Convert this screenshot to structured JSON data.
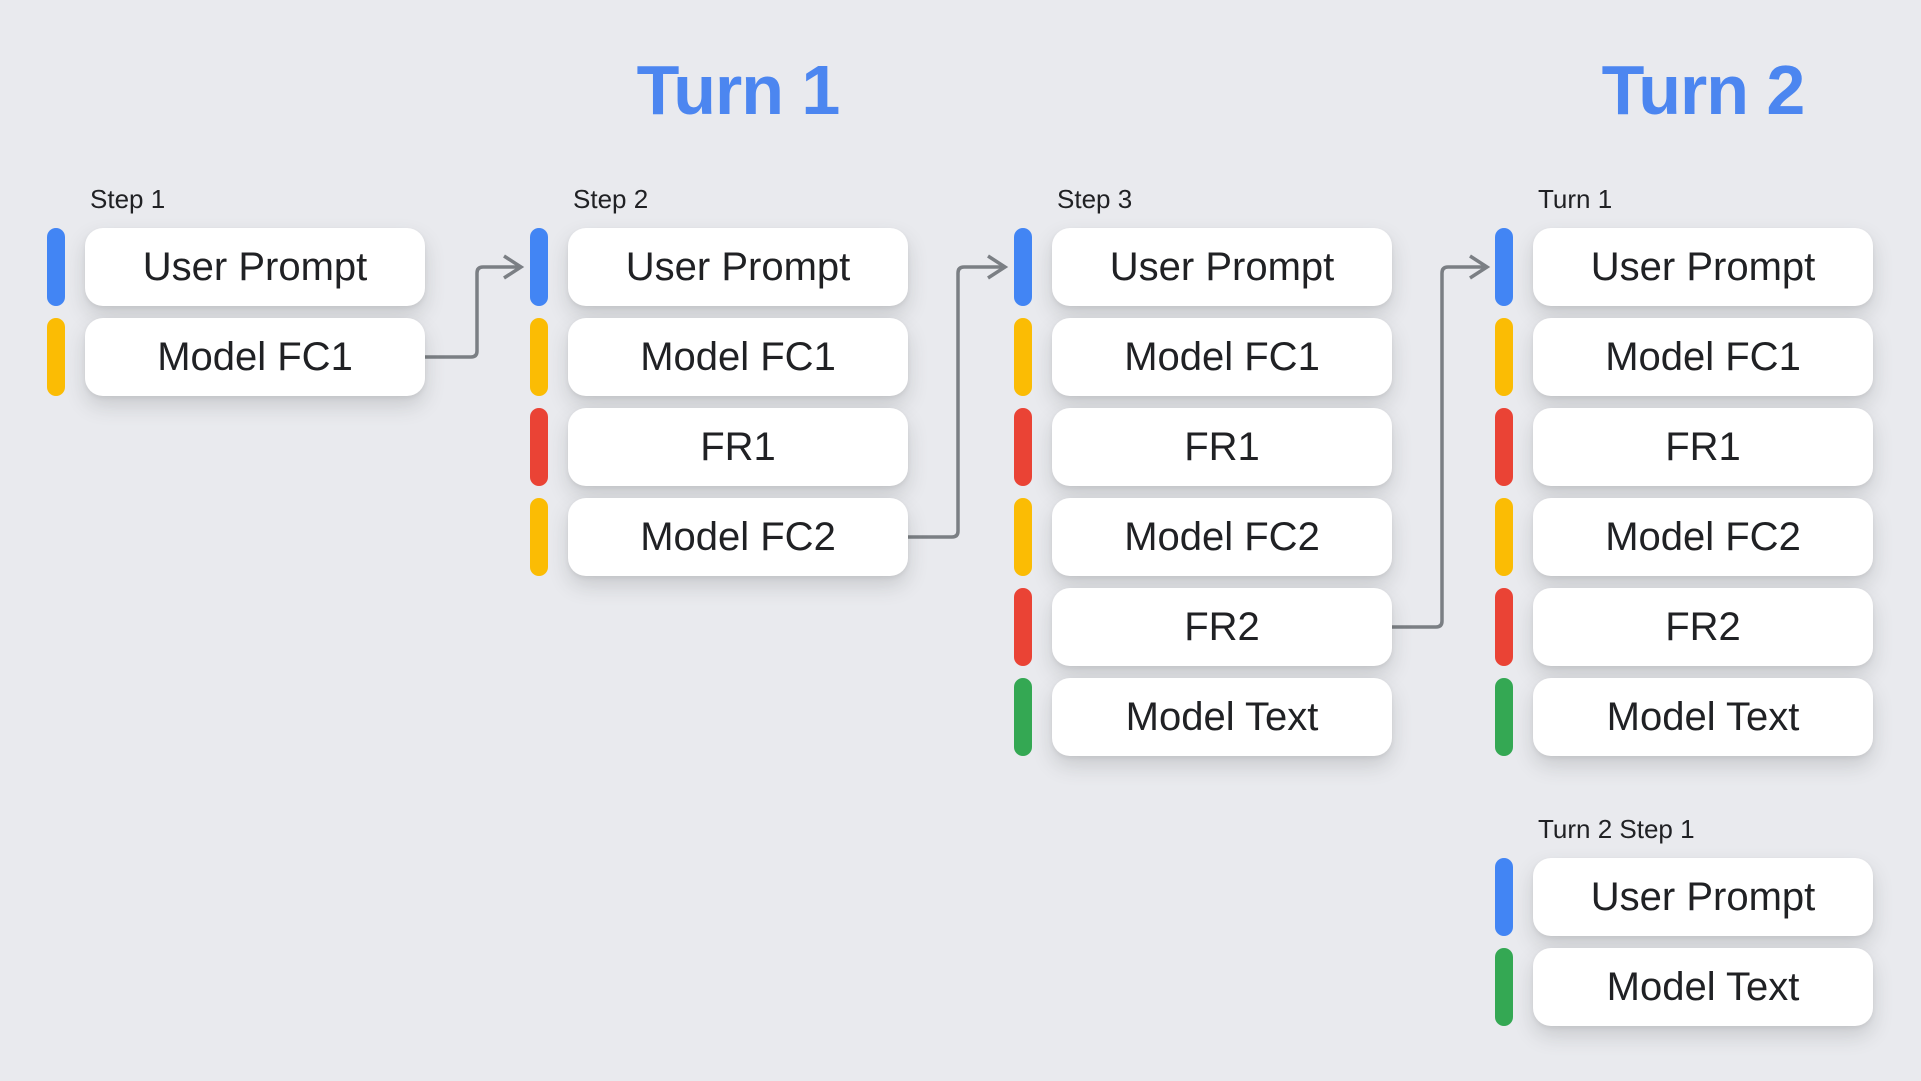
{
  "headers": [
    {
      "label": "Turn 1",
      "color": "#4C86F0"
    },
    {
      "label": "Turn 2",
      "color": "#4C86F0"
    }
  ],
  "colors": {
    "background": "#E9EAEE",
    "card": "#FFFFFF",
    "text": "#202124",
    "label_text": "#202124",
    "arrow": "#7B7F84",
    "user_prompt_blue": "#4285F4",
    "model_fc_yellow": "#FBBC04",
    "function_response_red": "#EA4335",
    "model_text_green": "#34A853"
  },
  "groups": [
    {
      "label": "Step 1",
      "rows": [
        {
          "label": "User Prompt",
          "kind": "user-prompt",
          "color": "#4285F4"
        },
        {
          "label": "Model FC1",
          "kind": "model-function-call",
          "color": "#FBBC04"
        }
      ]
    },
    {
      "label": "Step 2",
      "rows": [
        {
          "label": "User Prompt",
          "kind": "user-prompt",
          "color": "#4285F4"
        },
        {
          "label": "Model FC1",
          "kind": "model-function-call",
          "color": "#FBBC04"
        },
        {
          "label": "FR1",
          "kind": "function-response",
          "color": "#EA4335"
        },
        {
          "label": "Model FC2",
          "kind": "model-function-call",
          "color": "#FBBC04"
        }
      ]
    },
    {
      "label": "Step 3",
      "rows": [
        {
          "label": "User Prompt",
          "kind": "user-prompt",
          "color": "#4285F4"
        },
        {
          "label": "Model FC1",
          "kind": "model-function-call",
          "color": "#FBBC04"
        },
        {
          "label": "FR1",
          "kind": "function-response",
          "color": "#EA4335"
        },
        {
          "label": "Model FC2",
          "kind": "model-function-call",
          "color": "#FBBC04"
        },
        {
          "label": "FR2",
          "kind": "function-response",
          "color": "#EA4335"
        },
        {
          "label": "Model Text",
          "kind": "model-text",
          "color": "#34A853"
        }
      ]
    },
    {
      "label": "Turn 1",
      "rows": [
        {
          "label": "User Prompt",
          "kind": "user-prompt",
          "color": "#4285F4"
        },
        {
          "label": "Model FC1",
          "kind": "model-function-call",
          "color": "#FBBC04"
        },
        {
          "label": "FR1",
          "kind": "function-response",
          "color": "#EA4335"
        },
        {
          "label": "Model FC2",
          "kind": "model-function-call",
          "color": "#FBBC04"
        },
        {
          "label": "FR2",
          "kind": "function-response",
          "color": "#EA4335"
        },
        {
          "label": "Model Text",
          "kind": "model-text",
          "color": "#34A853"
        }
      ]
    },
    {
      "label": "Turn 2 Step 1",
      "rows": [
        {
          "label": "User Prompt",
          "kind": "user-prompt",
          "color": "#4285F4"
        },
        {
          "label": "Model Text",
          "kind": "model-text",
          "color": "#34A853"
        }
      ]
    }
  ],
  "arrows": [
    {
      "from": "Step 1 / Model FC1",
      "to": "Step 2 / User Prompt"
    },
    {
      "from": "Step 2 / Model FC2",
      "to": "Step 3 / User Prompt"
    },
    {
      "from": "Step 3 / FR2",
      "to": "Turn 1 / User Prompt"
    }
  ]
}
